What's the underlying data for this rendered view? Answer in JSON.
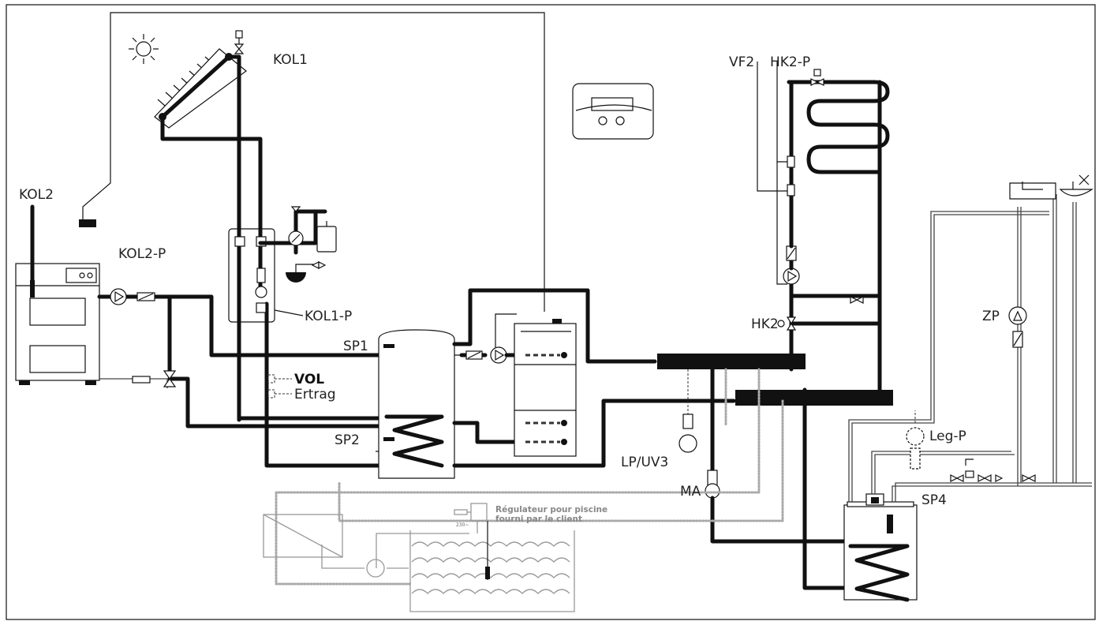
{
  "diagram": {
    "labels": {
      "kol1": "KOL1",
      "kol2": "KOL2",
      "kol2p": "KOL2-P",
      "kol1p": "KOL1-P",
      "sp1": "SP1",
      "sp2": "SP2",
      "sp4": "SP4",
      "vol": "VOL",
      "ertrag": "Ertrag",
      "vf2": "VF2",
      "hk2p": "HK2-P",
      "hk2": "HK2",
      "zp": "ZP",
      "legp": "Leg-P",
      "lpuv3": "LP/UV3",
      "ma": "MA",
      "pool_line1": "Régulateur pour piscine",
      "pool_line2": "fourni par le client",
      "volt": "230~"
    },
    "icons": {
      "sun": "sun-icon",
      "controller": "controller-icon",
      "pump": "pump-icon",
      "valve": "valve-icon",
      "gauge": "pressure-gauge-icon",
      "faucet": "faucet-icon",
      "sink": "sink-icon",
      "bathtub": "bathtub-icon"
    },
    "colors": {
      "line": "#111111",
      "pool_circuit": "#999999",
      "background": "#ffffff"
    }
  }
}
